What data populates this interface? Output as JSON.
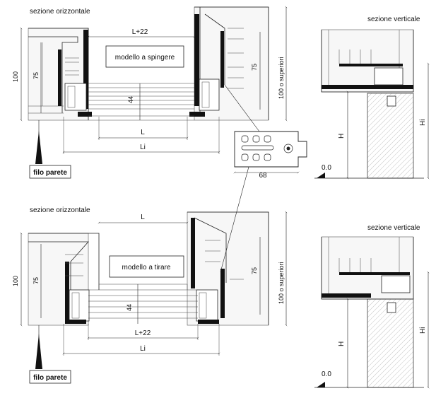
{
  "top": {
    "title_left": "sezione orizzontale",
    "title_right": "sezione verticale",
    "model_label": "modello a spingere",
    "dim_top": "L+22",
    "dim_100": "100",
    "dim_75_left": "75",
    "dim_75_right": "75",
    "dim_44": "44",
    "dim_L": "L",
    "dim_Li": "Li",
    "dim_side": "100 o superiori",
    "wall_label": "filo parete",
    "detail_dim": "68",
    "floor_mark": "0.0",
    "dim_H": "H",
    "dim_Hi": "Hi"
  },
  "bottom": {
    "title_left": "sezione orizzontale",
    "title_right": "sezione verticale",
    "model_label": "modello a tirare",
    "dim_top": "L",
    "dim_100": "100",
    "dim_75_left": "75",
    "dim_75_right": "75",
    "dim_44": "44",
    "dim_L22": "L+22",
    "dim_Li": "Li",
    "dim_side": "100 o superiori",
    "wall_label": "filo parete",
    "floor_mark": "0.0",
    "dim_H": "H",
    "dim_Hi": "Hi"
  }
}
